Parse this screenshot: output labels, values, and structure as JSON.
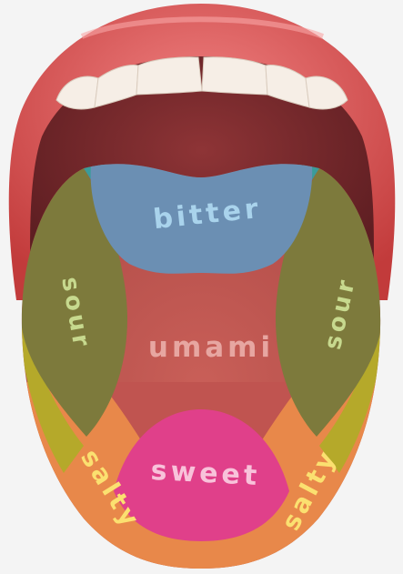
{
  "zones": {
    "bitter": {
      "label": "bitter",
      "color": "#6b8fb3",
      "text_color": "#a9d3ec"
    },
    "sour_left": {
      "label": "sour",
      "color": "#7d7a3c",
      "text_color": "#c7d98e"
    },
    "sour_right": {
      "label": "sour",
      "color": "#7d7a3c",
      "text_color": "#c7d98e"
    },
    "umami": {
      "label": "umami",
      "color": "#b8564f",
      "text_color": "#e7a6a1"
    },
    "sweet": {
      "label": "sweet",
      "color": "#e0408a",
      "text_color": "#f8c2da"
    },
    "salty_left": {
      "label": "salty",
      "color": "#e8884a",
      "text_color": "#fbe070"
    },
    "salty_right": {
      "label": "salty",
      "color": "#e8884a",
      "text_color": "#fbe070"
    }
  },
  "colors": {
    "lips": "#d94a4a",
    "mouth": "#7a2e30",
    "teeth": "#f6eee6",
    "tongue": "#c05450",
    "teal_transition": "#3a9c9a",
    "yellow_transition": "#b5a92a"
  }
}
